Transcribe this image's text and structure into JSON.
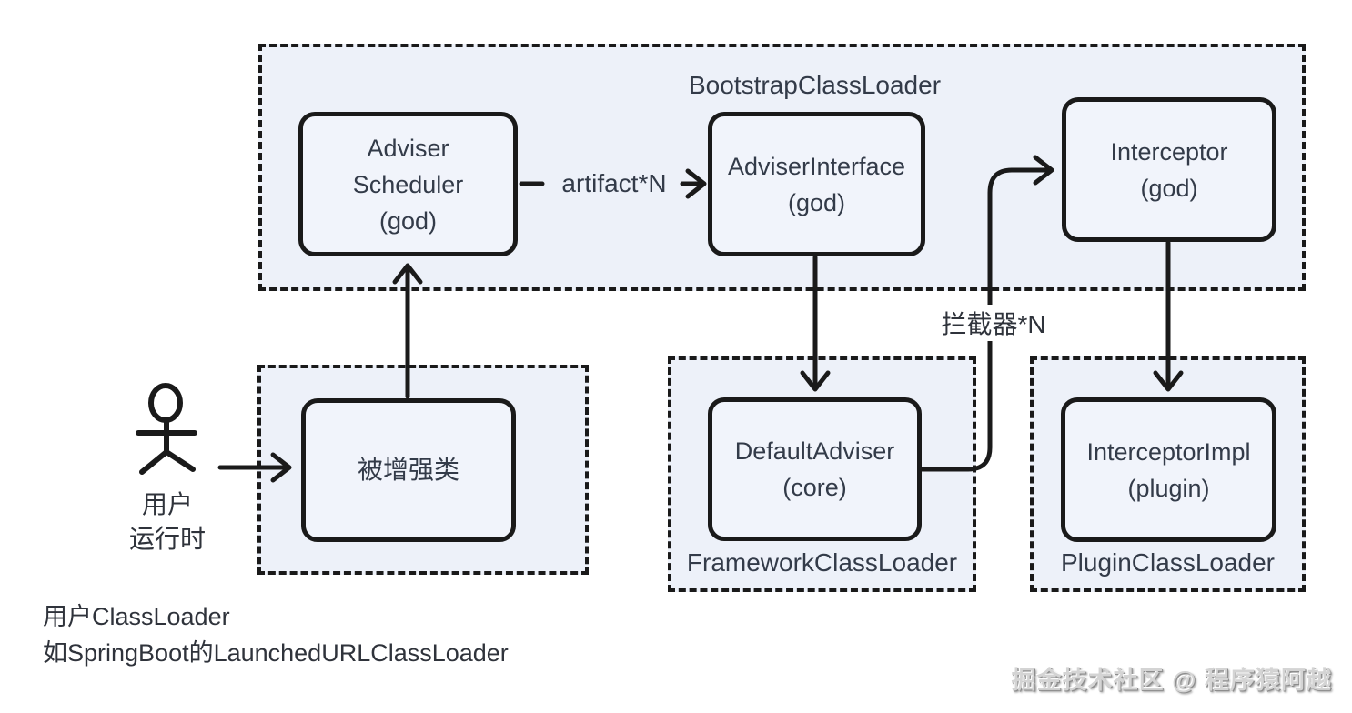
{
  "colors": {
    "container_fill": "#edf1f9",
    "node_fill": "#f1f4fb",
    "stroke": "#1a1a1a",
    "node_text": "#333b49",
    "cn_text": "#2f333b",
    "watermark_text": "#d4d4d4"
  },
  "icons": {
    "actor": "person-stick-figure"
  },
  "diagram": {
    "containers": {
      "bootstrap": {
        "label": "BootstrapClassLoader"
      },
      "framework": {
        "label": "FrameworkClassLoader"
      },
      "plugin": {
        "label": "PluginClassLoader"
      }
    },
    "nodes": {
      "adviser_scheduler": {
        "lines": [
          "Adviser",
          "Scheduler",
          "(god)"
        ]
      },
      "adviser_interface": {
        "lines": [
          "AdviserInterface",
          "(god)"
        ]
      },
      "interceptor": {
        "lines": [
          "Interceptor",
          "(god)"
        ]
      },
      "enhanced_class": {
        "lines": [
          "被增强类"
        ]
      },
      "default_adviser": {
        "lines": [
          "DefaultAdviser",
          "(core)"
        ]
      },
      "interceptor_impl": {
        "lines": [
          "InterceptorImpl",
          "(plugin)"
        ]
      }
    },
    "edges": {
      "artifact": {
        "label": "artifact*N"
      },
      "interceptor_chain": {
        "label": "拦截器*N"
      }
    },
    "actor": {
      "lines": [
        "用户",
        "运行时"
      ]
    },
    "caption": {
      "lines": [
        "用户ClassLoader",
        "如SpringBoot的LaunchedURLClassLoader"
      ]
    }
  },
  "watermark": {
    "text": "掘金技术社区 @ 程序猿阿越"
  }
}
